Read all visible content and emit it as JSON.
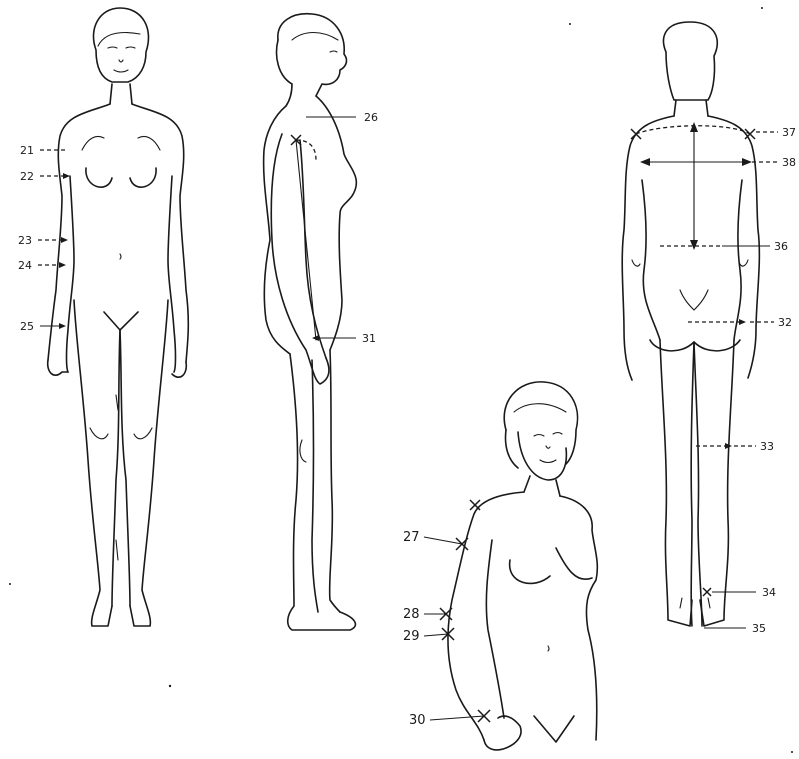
{
  "labels": {
    "l21": "21",
    "l22": "22",
    "l23": "23",
    "l24": "24",
    "l25": "25",
    "l26": "26",
    "l27": "27",
    "l28": "28",
    "l29": "29",
    "l30": "30",
    "l31": "31",
    "l32": "32",
    "l33": "33",
    "l34": "34",
    "l35": "35",
    "l36": "36",
    "l37": "37",
    "l38": "38"
  }
}
